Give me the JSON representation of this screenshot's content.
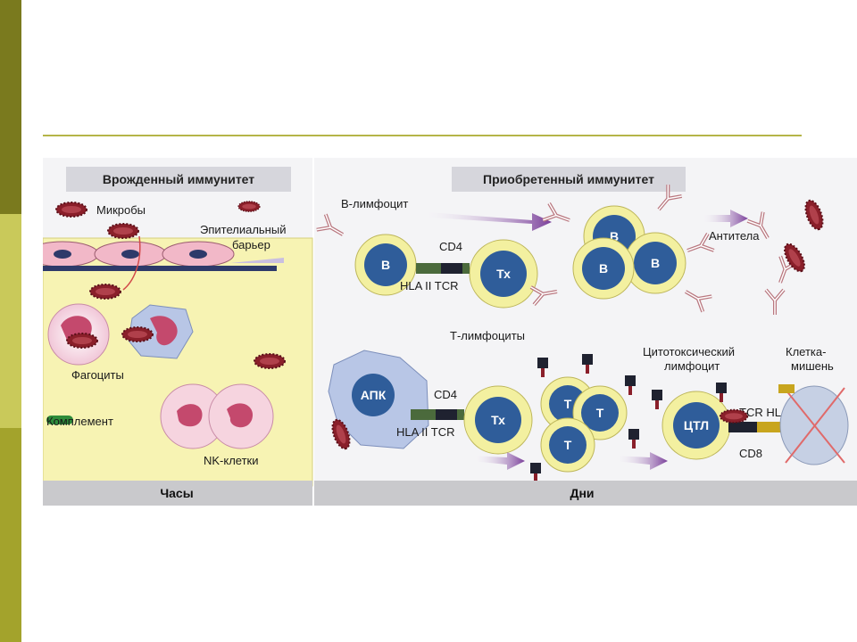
{
  "innate": {
    "title": "Врожденный иммунитет",
    "microbes": "Микробы",
    "barrier_line1": "Эпителиальный",
    "barrier_line2": "барьер",
    "phagocytes": "Фагоциты",
    "complement": "Комплемент",
    "nk_cells": "NK-клетки",
    "time": "Часы"
  },
  "adaptive": {
    "title": "Приобретенный иммунитет",
    "b_lymphocyte": "В-лимфоцит",
    "b": "В",
    "th": "Тх",
    "cd4": "CD4",
    "hla_tcr": "HLA II TCR",
    "antibodies": "Антитела",
    "t_lymphocytes": "Т-лимфоциты",
    "apc": "АПК",
    "t": "Т",
    "ctl_line1": "Цитотоксический",
    "ctl_line2": "лимфоцит",
    "ctl": "ЦТЛ",
    "tcr_hla": "TCR HLA I",
    "cd8": "CD8",
    "target_line1": "Клетка-",
    "target_line2": "мишень",
    "time": "Дни"
  },
  "colors": {
    "innate_bg": "#f7f3b3",
    "adaptive_bg": "#f4f4f6",
    "cell_ring": "#f3f0a0",
    "cell_core": "#2f5d9a",
    "microbe": "#8a1f2a",
    "epithelium": "#f2b8c8",
    "membrane": "#2e3a6a",
    "header_bg": "#d6d6dc",
    "footer_bg": "#c9c9cc"
  }
}
